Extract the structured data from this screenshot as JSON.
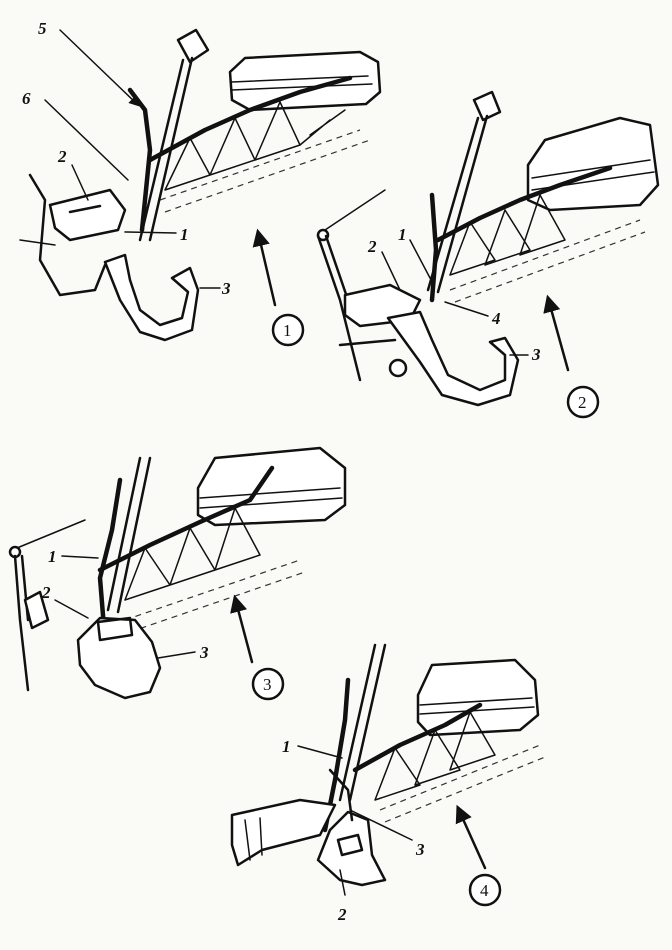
{
  "panels": [
    {
      "step": "1",
      "labels": [
        "5",
        "6",
        "2",
        "1",
        "3"
      ]
    },
    {
      "step": "2",
      "labels": [
        "2",
        "1",
        "4",
        "3"
      ]
    },
    {
      "step": "3",
      "labels": [
        "1",
        "2",
        "3"
      ]
    },
    {
      "step": "4",
      "labels": [
        "1",
        "3",
        "2"
      ]
    }
  ],
  "colors": {
    "ink": "#111111",
    "paper": "#fafaf7"
  },
  "icons": [
    "machine-foot",
    "needle",
    "looper-hook",
    "fabric-stack",
    "direction-arrow"
  ]
}
